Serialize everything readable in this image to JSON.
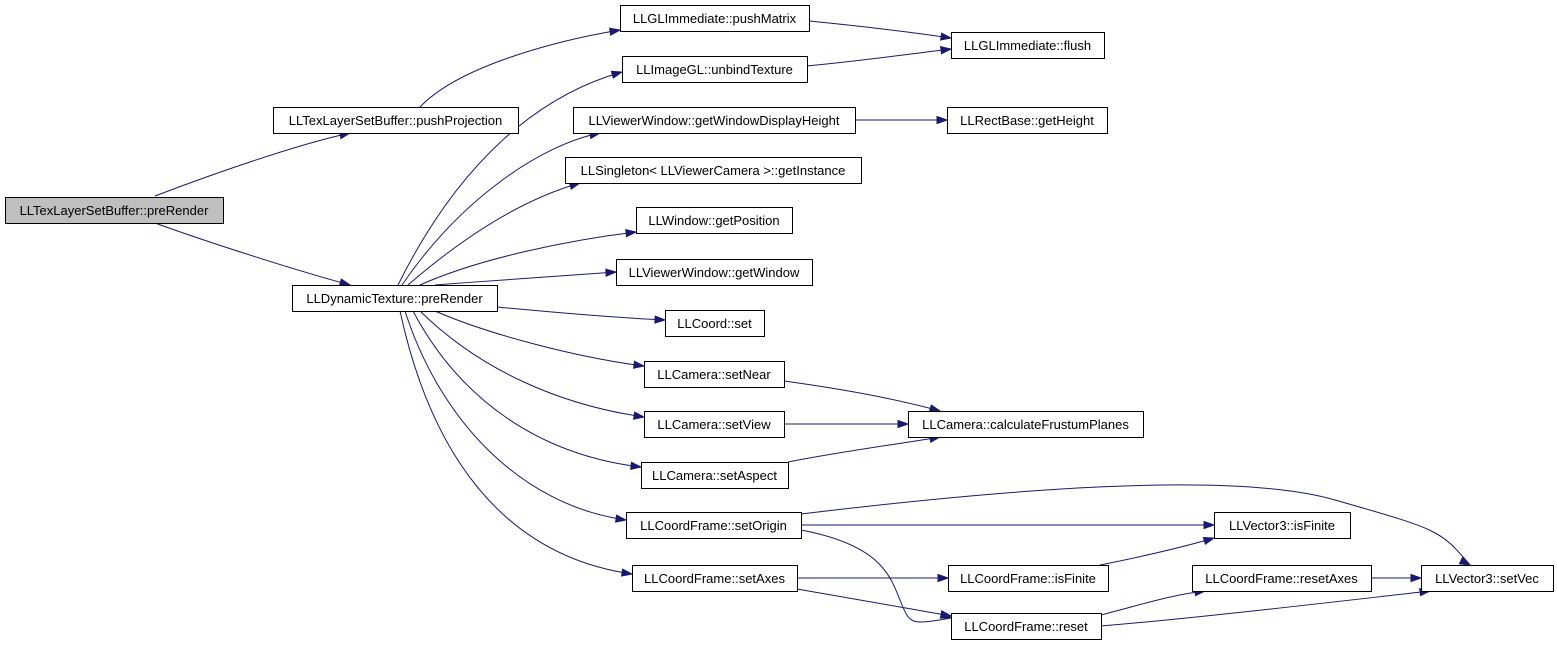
{
  "diagram": {
    "type": "call-graph",
    "colors": {
      "edge": "#191970",
      "root_fill": "#bfbfbf",
      "node_fill": "#ffffff",
      "border": "#000000"
    },
    "nodes": [
      {
        "id": "root",
        "label": "LLTexLayerSetBuffer::preRender",
        "root": true
      },
      {
        "id": "pushProjection",
        "label": "LLTexLayerSetBuffer::pushProjection"
      },
      {
        "id": "dynPreRender",
        "label": "LLDynamicTexture::preRender"
      },
      {
        "id": "pushMatrix",
        "label": "LLGLImmediate::pushMatrix"
      },
      {
        "id": "flush",
        "label": "LLGLImmediate::flush"
      },
      {
        "id": "unbindTexture",
        "label": "LLImageGL::unbindTexture"
      },
      {
        "id": "getWDH",
        "label": "LLViewerWindow::getWindowDisplayHeight"
      },
      {
        "id": "getHeight",
        "label": "LLRectBase::getHeight"
      },
      {
        "id": "getInstance",
        "label": "LLSingleton< LLViewerCamera >::getInstance"
      },
      {
        "id": "getPosition",
        "label": "LLWindow::getPosition"
      },
      {
        "id": "getWindow",
        "label": "LLViewerWindow::getWindow"
      },
      {
        "id": "coordSet",
        "label": "LLCoord::set"
      },
      {
        "id": "setNear",
        "label": "LLCamera::setNear"
      },
      {
        "id": "setView",
        "label": "LLCamera::setView"
      },
      {
        "id": "calcFrustum",
        "label": "LLCamera::calculateFrustumPlanes"
      },
      {
        "id": "setAspect",
        "label": "LLCamera::setAspect"
      },
      {
        "id": "setOrigin",
        "label": "LLCoordFrame::setOrigin"
      },
      {
        "id": "vecIsFinite",
        "label": "LLVector3::isFinite"
      },
      {
        "id": "setAxes",
        "label": "LLCoordFrame::setAxes"
      },
      {
        "id": "cfIsFinite",
        "label": "LLCoordFrame::isFinite"
      },
      {
        "id": "resetAxes",
        "label": "LLCoordFrame::resetAxes"
      },
      {
        "id": "setVec",
        "label": "LLVector3::setVec"
      },
      {
        "id": "reset",
        "label": "LLCoordFrame::reset"
      }
    ],
    "edges": [
      [
        "root",
        "pushProjection"
      ],
      [
        "root",
        "dynPreRender"
      ],
      [
        "pushProjection",
        "pushMatrix"
      ],
      [
        "pushMatrix",
        "flush"
      ],
      [
        "unbindTexture",
        "flush"
      ],
      [
        "dynPreRender",
        "unbindTexture"
      ],
      [
        "dynPreRender",
        "getWDH"
      ],
      [
        "getWDH",
        "getHeight"
      ],
      [
        "dynPreRender",
        "getInstance"
      ],
      [
        "dynPreRender",
        "getPosition"
      ],
      [
        "dynPreRender",
        "getWindow"
      ],
      [
        "dynPreRender",
        "coordSet"
      ],
      [
        "dynPreRender",
        "setNear"
      ],
      [
        "dynPreRender",
        "setView"
      ],
      [
        "dynPreRender",
        "setAspect"
      ],
      [
        "dynPreRender",
        "setOrigin"
      ],
      [
        "dynPreRender",
        "setAxes"
      ],
      [
        "setNear",
        "calcFrustum"
      ],
      [
        "setView",
        "calcFrustum"
      ],
      [
        "setAspect",
        "calcFrustum"
      ],
      [
        "setOrigin",
        "setVec"
      ],
      [
        "setOrigin",
        "vecIsFinite"
      ],
      [
        "setOrigin",
        "reset"
      ],
      [
        "setAxes",
        "cfIsFinite"
      ],
      [
        "setAxes",
        "reset"
      ],
      [
        "cfIsFinite",
        "vecIsFinite"
      ],
      [
        "reset",
        "resetAxes"
      ],
      [
        "reset",
        "setVec"
      ],
      [
        "resetAxes",
        "setVec"
      ]
    ]
  }
}
